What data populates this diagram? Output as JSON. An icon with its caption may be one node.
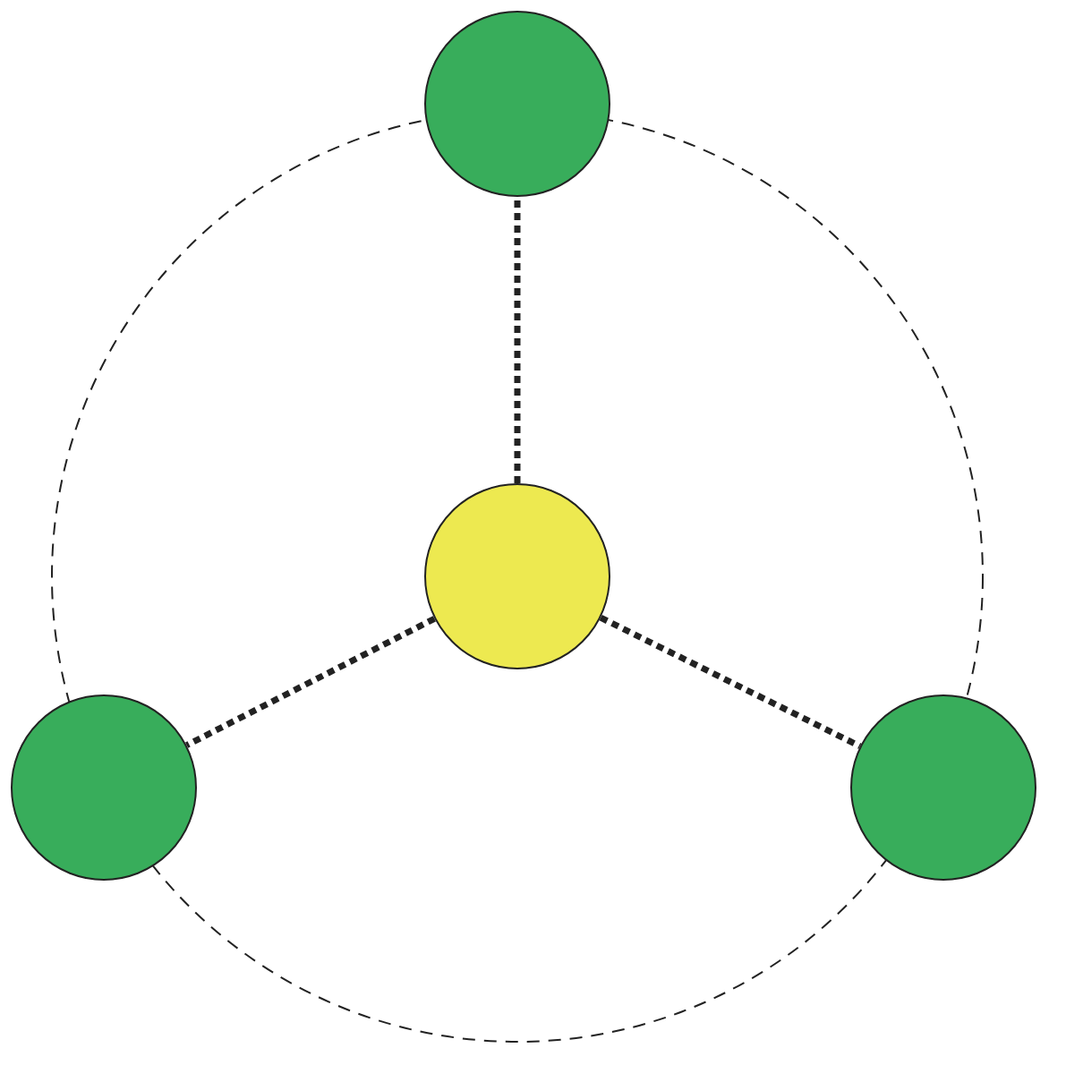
{
  "diagram": {
    "nodes": [
      {
        "text": [],
        "shape": "circle"
      },
      {
        "text": [],
        "shape": "circle"
      },
      {
        "text": [],
        "shape": "circle"
      },
      {
        "text": [],
        "shape": "circle"
      }
    ],
    "edges": [
      {
        "from": 1,
        "to": 0,
        "arrow": "none",
        "style": "dashed"
      },
      {
        "from": 1,
        "to": 2,
        "arrow": "none",
        "style": "dashed"
      },
      {
        "from": 1,
        "to": 3,
        "arrow": "none",
        "style": "dashed"
      }
    ]
  }
}
